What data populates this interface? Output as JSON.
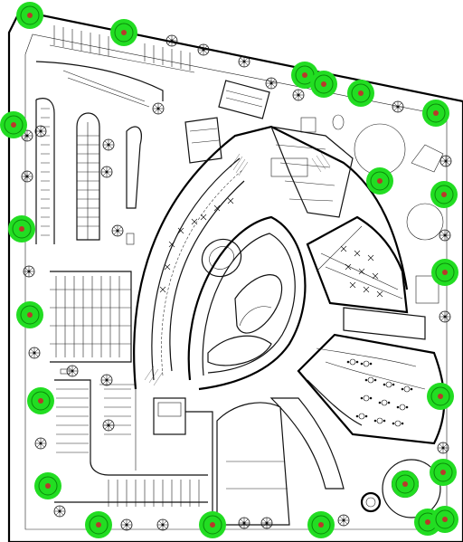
{
  "drawing": {
    "type": "architectural site plan",
    "colors": {
      "linework": "#111111",
      "background": "#ffffff",
      "tree_canopy": "#22dd22",
      "tree_center": "#b83a2a"
    },
    "icons": [
      "tree-symbol",
      "shrub-symbol",
      "round-plaza",
      "planter-ring"
    ]
  }
}
